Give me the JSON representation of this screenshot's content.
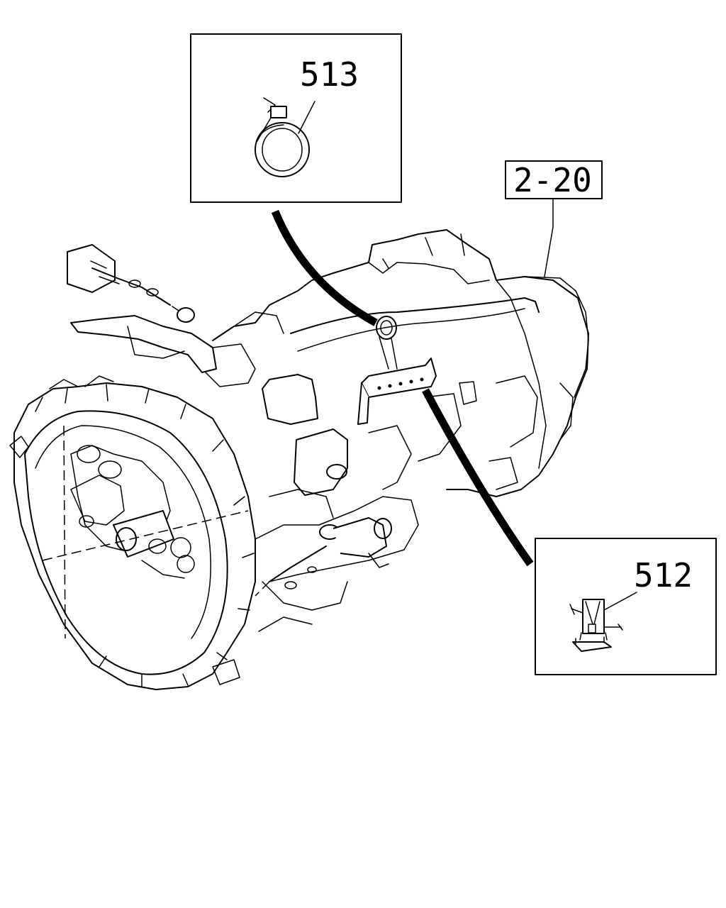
{
  "callouts": {
    "part_513": "513",
    "part_512": "512",
    "ref_2_20": "2-20"
  },
  "colors": {
    "ink": "#000000",
    "paper": "#ffffff"
  }
}
